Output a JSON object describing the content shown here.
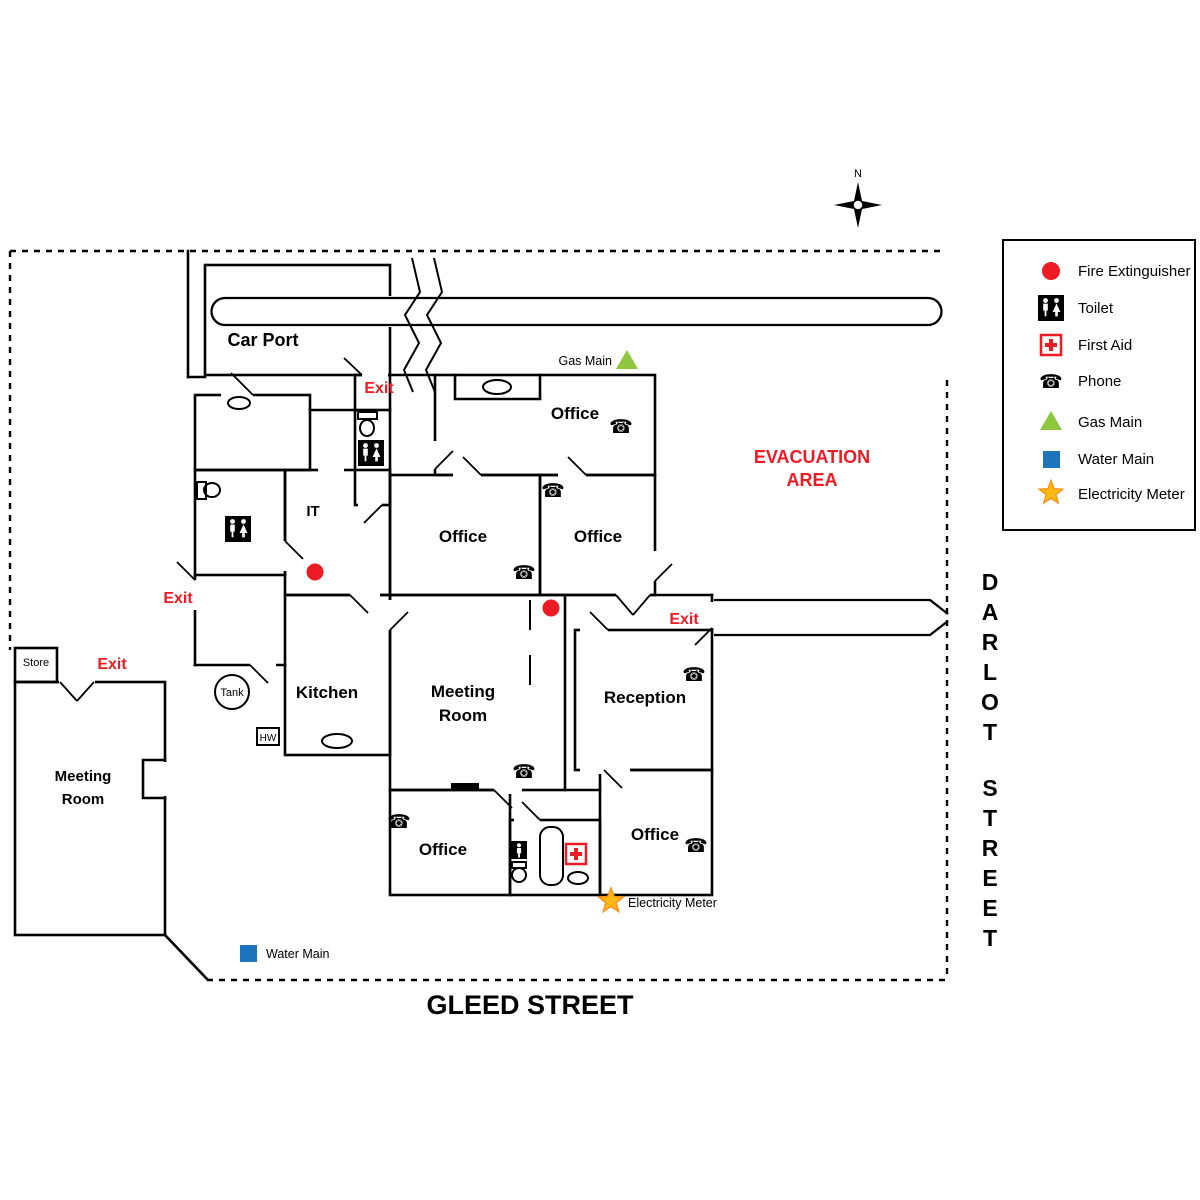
{
  "compass": {
    "north": "N"
  },
  "streets": {
    "bottom": "GLEED STREET",
    "right": "DARLOT STREET"
  },
  "evacuation_area": {
    "line1": "EVACUATION",
    "line2": "AREA"
  },
  "legend": {
    "items": [
      {
        "icon": "fire-extinguisher",
        "label": "Fire Extinguisher"
      },
      {
        "icon": "toilet",
        "label": "Toilet"
      },
      {
        "icon": "first-aid",
        "label": "First Aid"
      },
      {
        "icon": "phone",
        "label": "Phone"
      },
      {
        "icon": "gas-main",
        "label": "Gas Main"
      },
      {
        "icon": "water-main",
        "label": "Water Main"
      },
      {
        "icon": "electricity-meter",
        "label": "Electricity Meter"
      }
    ]
  },
  "rooms": {
    "car_port": "Car Port",
    "office": "Office",
    "it": "IT",
    "kitchen": "Kitchen",
    "meeting_line1": "Meeting",
    "meeting_line2": "Room",
    "reception": "Reception",
    "store": "Store"
  },
  "fixtures": {
    "tank": "Tank",
    "hot_water": "HW"
  },
  "exits": {
    "label": "Exit"
  },
  "markers": {
    "gas_main": "Gas Main",
    "water_main": "Water Main",
    "electricity_meter": "Electricity Meter"
  },
  "icons": {
    "phone_glyph": "☎"
  },
  "colors": {
    "exit_text": "#ed1c24",
    "evacuation_text": "#ed1c24",
    "fire_extinguisher": "#ed1c24",
    "first_aid_red": "#ed1c24",
    "gas_green": "#8dc63f",
    "water_blue": "#1c75bc",
    "star_fill": "#fdb913",
    "star_stroke": "#f7941d",
    "wall": "#000000"
  }
}
